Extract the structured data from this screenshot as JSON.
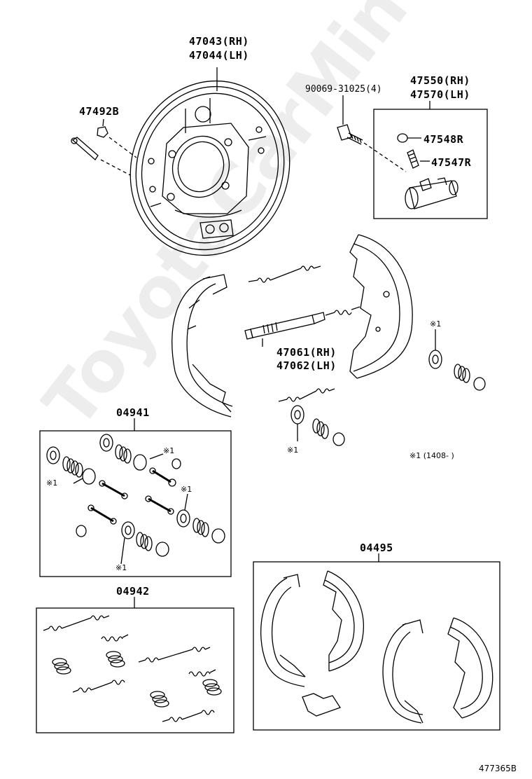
{
  "labels": {
    "backing_plate_rh": "47043(RH)",
    "backing_plate_lh": "47044(LH)",
    "plug": "47492B",
    "bolt": "90069-31025(4)",
    "wheel_cyl_rh": "47550(RH)",
    "wheel_cyl_lh": "47570(LH)",
    "bleeder_cap": "47548R",
    "bleeder_plug": "47547R",
    "adjuster_rh": "47061(RH)",
    "adjuster_lh": "47062(LH)",
    "cup_kit": "04941",
    "spring_kit": "04942",
    "shoe_kit": "04495"
  },
  "marks": {
    "star1": "※1",
    "date_note": "※1 (1408-    )"
  },
  "watermark": "ToyotaCarMine.ru",
  "figure_number": "477365B"
}
